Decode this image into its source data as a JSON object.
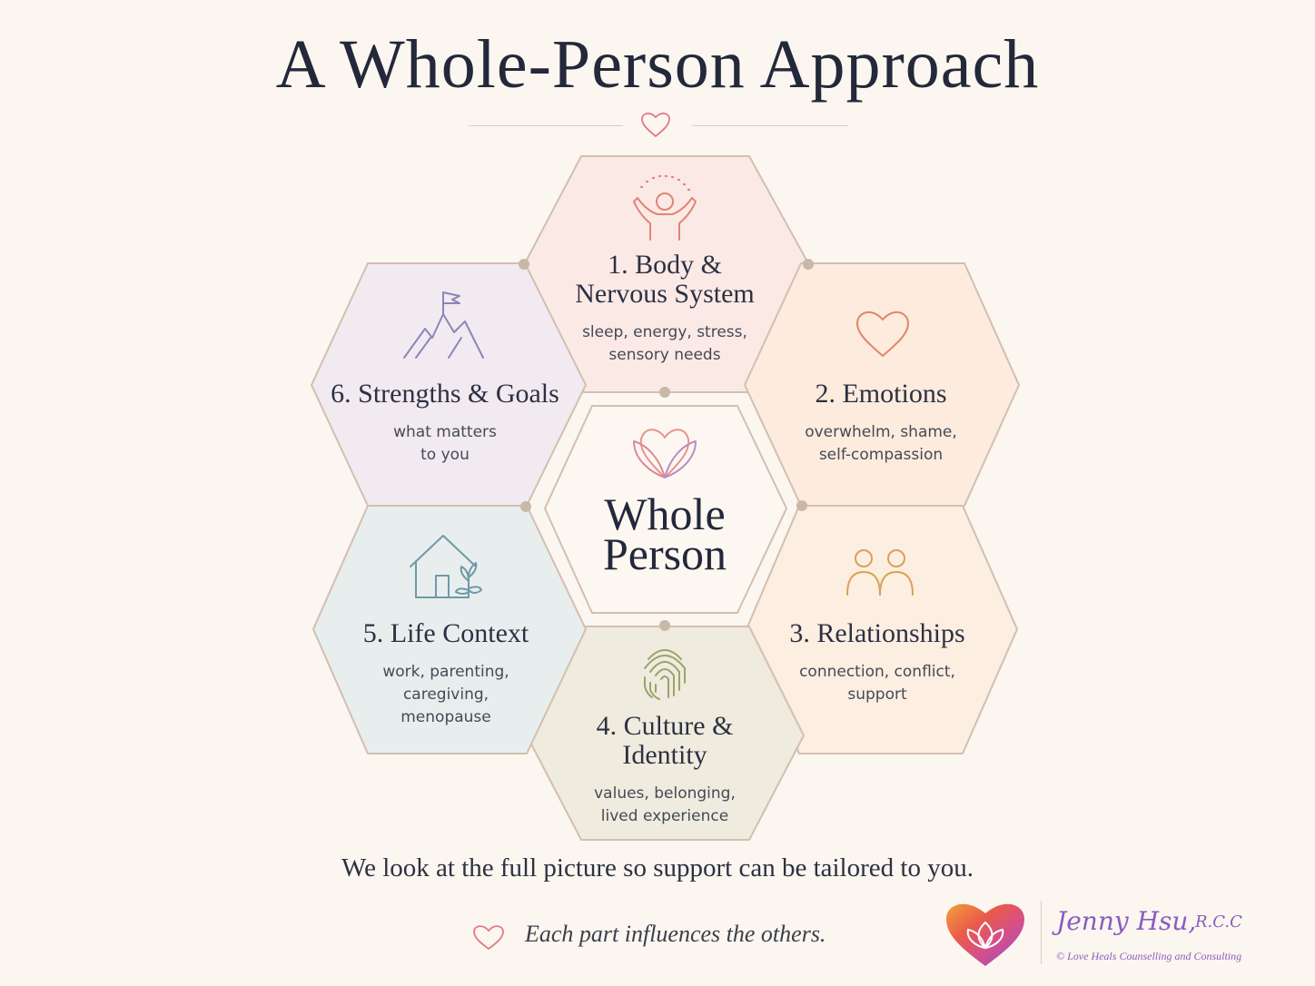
{
  "title": "A Whole-Person Approach",
  "center": {
    "line1": "Whole",
    "line2": "Person"
  },
  "segments": [
    {
      "title_line1": "1. Body &",
      "title_line2": "Nervous System",
      "sub_line1": "sleep, energy, stress,",
      "sub_line2": "sensory needs",
      "icon": "person-raising-arms-icon",
      "fill": "#fbe9e6",
      "icon_color": "#e08476"
    },
    {
      "title_line1": "2. Emotions",
      "sub_line1": "overwhelm, shame,",
      "sub_line2": "self-compassion",
      "icon": "heart-icon",
      "fill": "#fdebdd",
      "icon_color": "#e0866a"
    },
    {
      "title_line1": "3. Relationships",
      "sub_line1": "connection, conflict,",
      "sub_line2": "support",
      "icon": "two-people-icon",
      "fill": "#fdeee2",
      "icon_color": "#d8a257"
    },
    {
      "title_line1": "4. Culture &",
      "title_line2": "Identity",
      "sub_line1": "values, belonging,",
      "sub_line2": "lived experience",
      "icon": "fingerprint-icon",
      "fill": "#efebde",
      "icon_color": "#9aa46a"
    },
    {
      "title_line1": "5. Life Context",
      "sub_line1": "work, parenting,",
      "sub_line2": "caregiving,",
      "sub_line3": "menopause",
      "icon": "house-with-plant-icon",
      "fill": "#e8eeee",
      "icon_color": "#6e9aa6"
    },
    {
      "title_line1": "6. Strengths & Goals",
      "sub_line1": "what matters",
      "sub_line2": "to you",
      "icon": "mountain-flag-icon",
      "fill": "#f2eaf1",
      "icon_color": "#8a86b8"
    }
  ],
  "tagline": "We look at the full picture so support can be tailored to you.",
  "note": "Each part influences the others.",
  "signature": {
    "name": "Jenny Hsu,",
    "credential": "R.C.C",
    "copyright": "© Love Heals Counselling and Consulting"
  },
  "colors": {
    "outline": "#d2bfb0",
    "connector": "#c9b8a8",
    "accent_heart": "#e07b86",
    "brand": "#8a5cc0"
  }
}
